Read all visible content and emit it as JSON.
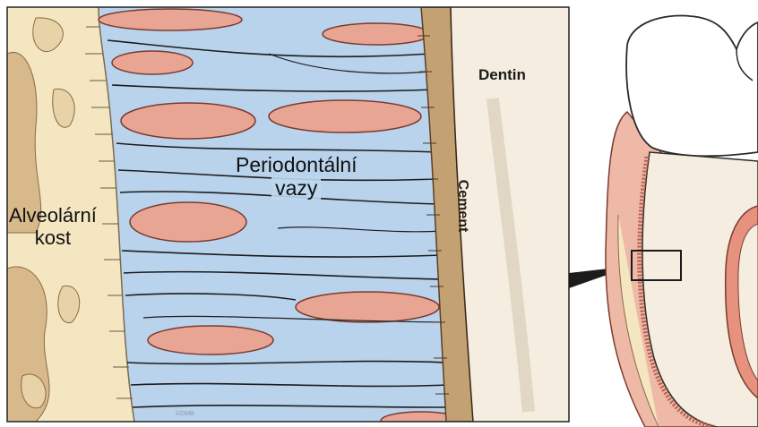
{
  "labels": {
    "alveolar_bone_line1": "Alveolární",
    "alveolar_bone_line2": "kost",
    "periodontal_line1": "Periodontální",
    "periodontal_line2": "vazy",
    "dentin": "Dentin",
    "cement": "Cement",
    "copyright": "©DMB"
  },
  "colors": {
    "bone": "#f3e6c0",
    "ligament": "#b9d3ec",
    "vessel": "#e9a594",
    "cementum": "#c4a173",
    "dentin": "#f4ede0",
    "gum": "#efb9a8",
    "enamel": "#ffffff",
    "pulp": "#e6927f",
    "outline": "#2b2b2b"
  }
}
